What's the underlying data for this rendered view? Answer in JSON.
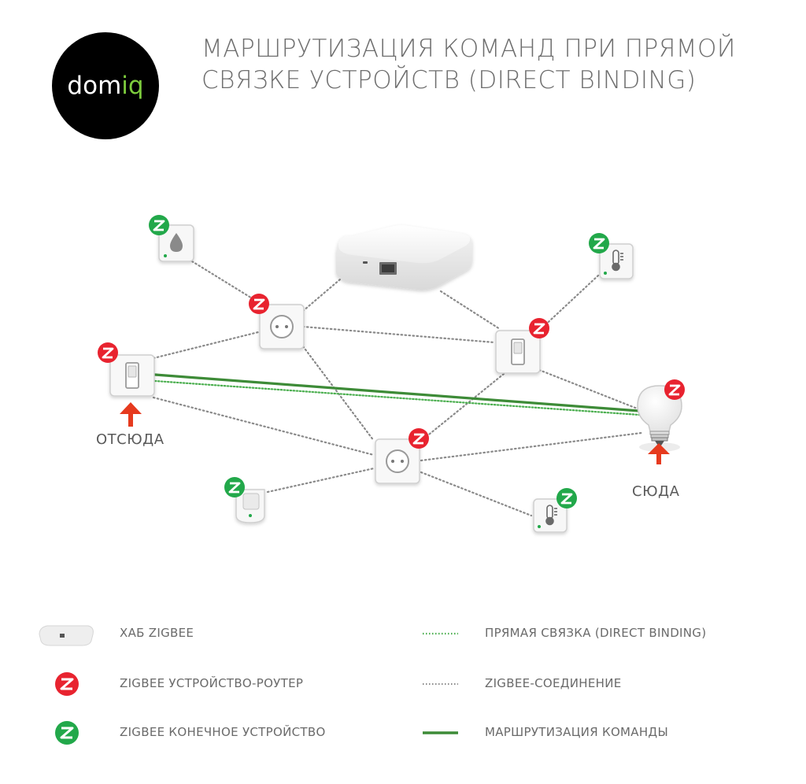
{
  "logo": {
    "text_white": "dom",
    "text_green": "iq"
  },
  "title": {
    "line1": "МАРШРУТИЗАЦИЯ КОМАНД ПРИ ПРЯМОЙ",
    "line2": "СВЯЗКЕ УСТРОЙСТВ (DIRECT BINDING)"
  },
  "labels": {
    "from": "ОТСЮДА",
    "to": "СЮДА"
  },
  "legend": {
    "hub": "ХАБ ZIGBEE",
    "router": "ZIGBEE УСТРОЙСТВО-РОУТЕР",
    "end_device": "ZIGBEE КОНЕЧНОЕ УСТРОЙСТВО",
    "direct_binding": "ПРЯМАЯ СВЯЗКА (DIRECT BINDING)",
    "zigbee_connection": "ZIGBEE-СОЕДИНЕНИЕ",
    "command_routing": "МАРШРУТИЗАЦИЯ КОМАНДЫ"
  },
  "colors": {
    "router_badge": "#e8232f",
    "end_device_badge": "#22a84a",
    "routing_line": "#3d8b37",
    "direct_binding_line": "#4caf50",
    "zigbee_link": "#8a8a8a",
    "arrow": "#e63a1e"
  }
}
